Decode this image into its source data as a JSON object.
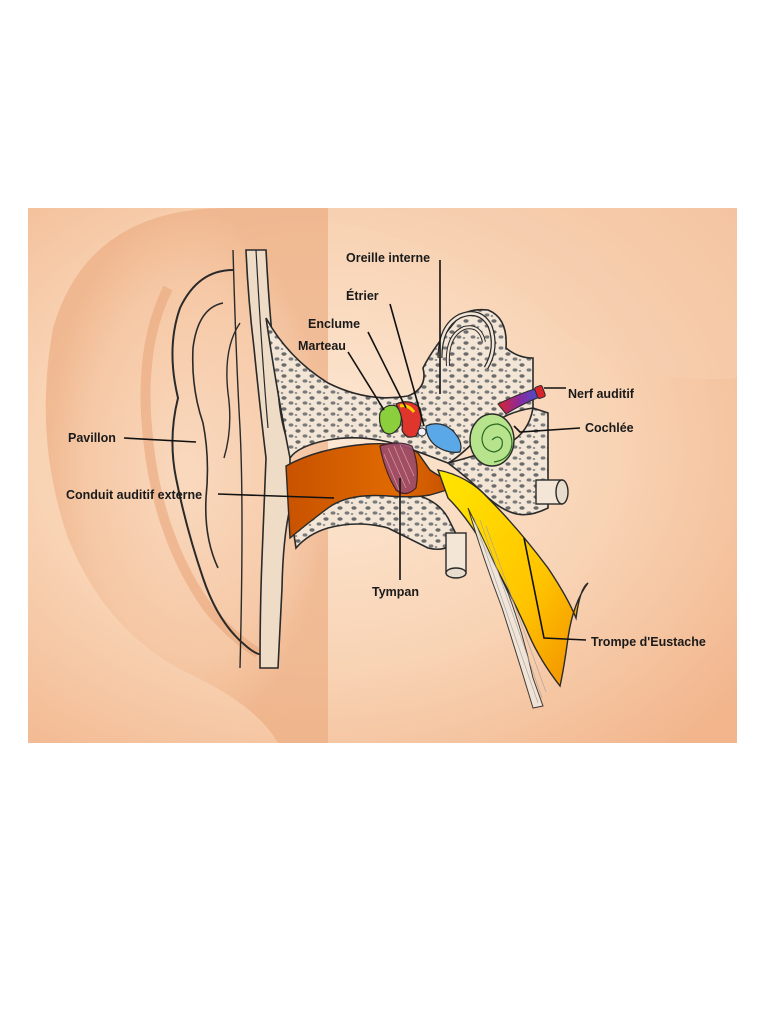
{
  "labels": {
    "pavillon": "Pavillon",
    "conduit": "Conduit auditif externe",
    "oreille_interne": "Oreille interne",
    "etrier": "Étrier",
    "enclume": "Enclume",
    "marteau": "Marteau",
    "nerf": "Nerf auditif",
    "cochlee": "Cochlée",
    "tympan": "Tympan",
    "trompe": "Trompe d'Eustache"
  },
  "colors": {
    "skin_light": "#fbe1cb",
    "skin_mid": "#f6c9a6",
    "skin_dark": "#eeaa80",
    "bone": "#f3e6d6",
    "bone_cells": "#6e6e6e",
    "ear_canal": "#d05a00",
    "eustachian_tube": "#ffd200",
    "cochlea": "#b6e38c",
    "stapes": "#5aa8e8",
    "incus": "#e0352c",
    "malleus": "#8ccf3c",
    "eardrum": "#9a4a70",
    "nerve_red": "#d8242a",
    "nerve_blue": "#3a56d0",
    "line": "#222222"
  }
}
